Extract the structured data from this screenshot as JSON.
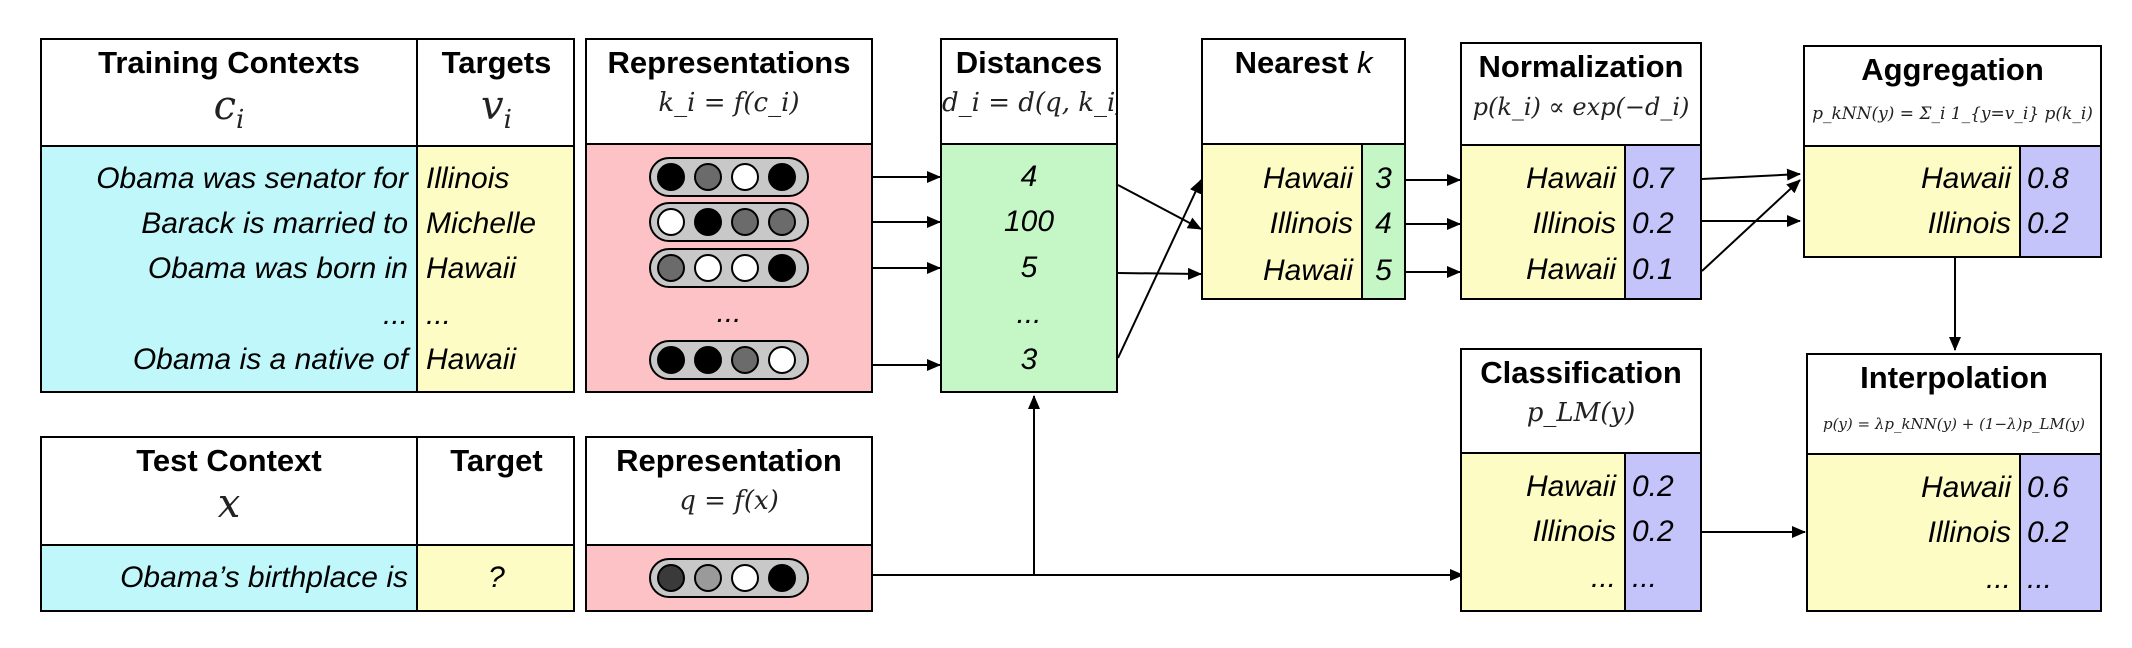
{
  "training": {
    "contexts_title": "Training Contexts",
    "contexts_formula": "c",
    "contexts_formula_sub": "i",
    "targets_title": "Targets",
    "targets_formula": "v",
    "targets_formula_sub": "i",
    "rows": [
      {
        "context": "Obama was senator for",
        "target": "Illinois"
      },
      {
        "context": "Barack is married to",
        "target": "Michelle"
      },
      {
        "context": "Obama was born in",
        "target": "Hawaii"
      },
      {
        "context": "...",
        "target": "..."
      },
      {
        "context": "Obama is a native of",
        "target": "Hawaii"
      }
    ]
  },
  "representations": {
    "title": "Representations",
    "formula": "k_i = f(c_i)",
    "vectors": [
      [
        "#000000",
        "#6b6b6b",
        "#ffffff",
        "#000000"
      ],
      [
        "#ffffff",
        "#000000",
        "#6b6b6b",
        "#6b6b6b"
      ],
      [
        "#6b6b6b",
        "#ffffff",
        "#ffffff",
        "#000000"
      ],
      "...",
      [
        "#000000",
        "#000000",
        "#6b6b6b",
        "#ffffff"
      ]
    ],
    "ellipsis": "..."
  },
  "distances": {
    "title": "Distances",
    "formula": "d_i = d(q, k_i)",
    "values": [
      "4",
      "100",
      "5",
      "...",
      "3"
    ]
  },
  "nearest": {
    "title": "Nearest",
    "title_var": "k",
    "rows": [
      {
        "word": "Hawaii",
        "dist": "3"
      },
      {
        "word": "Illinois",
        "dist": "4"
      },
      {
        "word": "Hawaii",
        "dist": "5"
      }
    ]
  },
  "normalization": {
    "title": "Normalization",
    "formula": "p(k_i) ∝ exp(−d_i)",
    "rows": [
      {
        "word": "Hawaii",
        "prob": "0.7"
      },
      {
        "word": "Illinois",
        "prob": "0.2"
      },
      {
        "word": "Hawaii",
        "prob": "0.1"
      }
    ]
  },
  "aggregation": {
    "title": "Aggregation",
    "formula": "p_kNN(y) = Σ_i 1_{y=v_i} p(k_i)",
    "rows": [
      {
        "word": "Hawaii",
        "prob": "0.8"
      },
      {
        "word": "Illinois",
        "prob": "0.2"
      }
    ]
  },
  "test": {
    "context_title": "Test Context",
    "context_formula": "x",
    "target_title": "Target",
    "context": "Obama’s birthplace is",
    "target": "?"
  },
  "representation": {
    "title": "Representation",
    "formula": "q = f(x)",
    "vector": [
      "#3a3a3a",
      "#9a9a9a",
      "#ffffff",
      "#000000"
    ]
  },
  "classification": {
    "title": "Classification",
    "formula": "p_LM(y)",
    "rows": [
      {
        "word": "Hawaii",
        "prob": "0.2"
      },
      {
        "word": "Illinois",
        "prob": "0.2"
      },
      {
        "word": "...",
        "prob": "..."
      }
    ]
  },
  "interpolation": {
    "title": "Interpolation",
    "formula": "p(y) = λp_kNN(y) + (1−λ)p_LM(y)",
    "rows": [
      {
        "word": "Hawaii",
        "prob": "0.6"
      },
      {
        "word": "Illinois",
        "prob": "0.2"
      },
      {
        "word": "...",
        "prob": "..."
      }
    ]
  }
}
